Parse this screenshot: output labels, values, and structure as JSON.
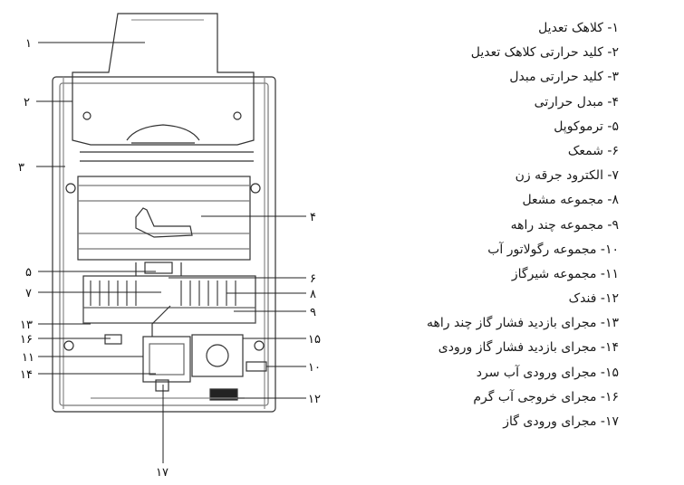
{
  "legend": {
    "items": [
      "۱- کلاهک تعدیل",
      "۲- کلید حرارتی کلاهک تعدیل",
      "۳- کلید حرارتی مبدل",
      "۴- مبدل حرارتی",
      "۵- ترموکوپل",
      "۶- شمعک",
      "۷- الکترود جرقه زن",
      "۸- مجموعه مشعل",
      "۹- مجموعه چند راهه",
      "۱۰- مجموعه رگولاتور آب",
      "۱۱- مجموعه شیرگاز",
      "۱۲- فندک",
      "۱۳- مجرای بازدید فشار گاز چند راهه",
      "۱۴- مجرای بازدید فشار گاز ورودی",
      "۱۵- مجرای ورودی آب سرد",
      "۱۶- مجرای خروجی آب گرم",
      "۱۷- مجرای ورودی گاز"
    ]
  },
  "callouts": {
    "n1": "۱",
    "n2": "۲",
    "n3": "۳",
    "n4": "۴",
    "n5": "۵",
    "n6": "۶",
    "n7": "۷",
    "n8": "۸",
    "n9": "۹",
    "n10": "۱۰",
    "n11": "۱۱",
    "n12": "۱۲",
    "n13": "۱۳",
    "n14": "۱۴",
    "n15": "۱۵",
    "n16": "۱۶",
    "n17": "۱۷"
  }
}
